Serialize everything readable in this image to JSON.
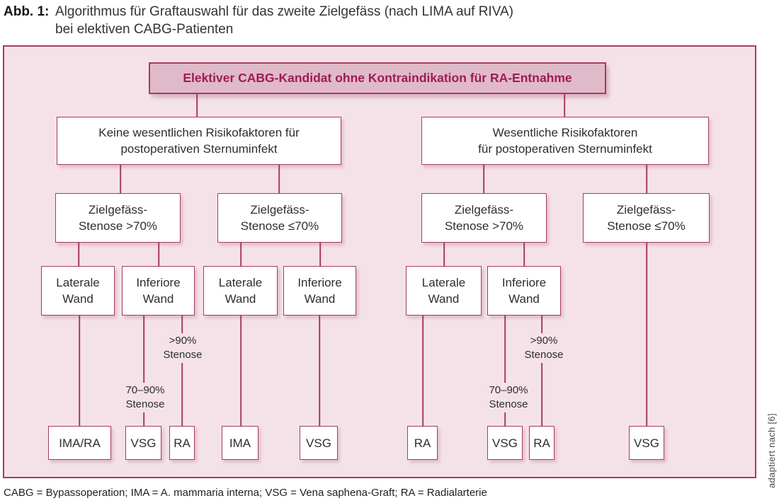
{
  "header": {
    "figure_label": "Abb. 1:",
    "title_line1": "Algorithmus für Graftauswahl für das zweite Zielgefäss (nach LIMA auf RIVA)",
    "title_line2": "bei elektiven CABG-Patienten"
  },
  "flow": {
    "root": "Elektiver CABG-Kandidat ohne Kontraindikation für RA-Entnahme",
    "left": {
      "condition": {
        "line1": "Keine wesentlichen Risikofaktoren für",
        "line2": "postoperativen Sternuminfekt"
      },
      "gt70": {
        "line1": "Zielgefäss-",
        "line2": "Stenose >70%"
      },
      "le70": {
        "line1": "Zielgefäss-",
        "line2": "Stenose ≤70%"
      },
      "walls": {
        "lat1": {
          "line1": "Laterale",
          "line2": "Wand"
        },
        "inf1": {
          "line1": "Inferiore",
          "line2": "Wand"
        },
        "lat2": {
          "line1": "Laterale",
          "line2": "Wand"
        },
        "inf2": {
          "line1": "Inferiore",
          "line2": "Wand"
        }
      },
      "ann_gt90": {
        "line1": ">90%",
        "line2": "Stenose"
      },
      "ann_70_90": {
        "line1": "70–90%",
        "line2": "Stenose"
      },
      "leaves": {
        "ima_ra": "IMA/RA",
        "vsg1": "VSG",
        "ra1": "RA",
        "ima": "IMA",
        "vsg2": "VSG"
      }
    },
    "right": {
      "condition": {
        "line1": "Wesentliche Risikofaktoren",
        "line2": "für postoperativen Sternuminfekt"
      },
      "gt70": {
        "line1": "Zielgefäss-",
        "line2": "Stenose >70%"
      },
      "le70": {
        "line1": "Zielgefäss-",
        "line2": "Stenose ≤70%"
      },
      "walls": {
        "lat": {
          "line1": "Laterale",
          "line2": "Wand"
        },
        "inf": {
          "line1": "Inferiore",
          "line2": "Wand"
        }
      },
      "ann_gt90": {
        "line1": ">90%",
        "line2": "Stenose"
      },
      "ann_70_90": {
        "line1": "70–90%",
        "line2": "Stenose"
      },
      "leaves": {
        "ra1": "RA",
        "vsg1": "VSG",
        "ra2": "RA",
        "vsg2": "VSG"
      }
    }
  },
  "footer": {
    "legend": "CABG = Bypassoperation; IMA = A. mammaria interna; VSG = Vena saphena-Graft; RA = Radialarterie"
  },
  "credit": "adaptiert nach [6]",
  "colors": {
    "accent": "#a63c62",
    "panel_bg": "#f5e2e9",
    "root_bg": "#e0bac9",
    "root_text": "#9e1c55"
  }
}
